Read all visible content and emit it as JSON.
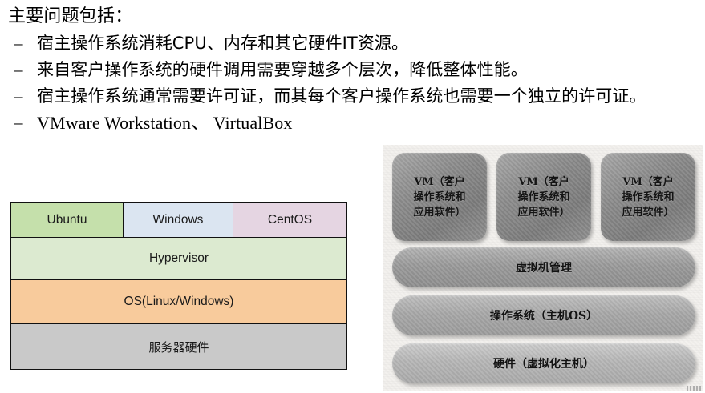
{
  "slide": {
    "heading": "主要问题包括：",
    "bullets": [
      {
        "dash": "–",
        "text": "宿主操作系统消耗CPU、内存和其它硬件IT资源。",
        "style": "cjk"
      },
      {
        "dash": "–",
        "text": "来自客户操作系统的硬件调用需要穿越多个层次，降低整体性能。",
        "style": "cjk"
      },
      {
        "dash": "–",
        "text": "宿主操作系统通常需要许可证，而其每个客户操作系统也需要一个独立的许可证。",
        "style": "cjk"
      },
      {
        "dash": "–",
        "text": "VMware Workstation、 VirtualBox",
        "style": "serif"
      }
    ]
  },
  "stack_diagram": {
    "guest_row": [
      {
        "label": "Ubuntu",
        "color": "#c5e0ab"
      },
      {
        "label": "Windows",
        "color": "#dbe5f1"
      },
      {
        "label": "CentOS",
        "color": "#e5d5e2"
      }
    ],
    "hypervisor": {
      "label": "Hypervisor",
      "color": "#dcead0"
    },
    "host_os": {
      "label": "OS(Linux/Windows)",
      "color": "#f8cb9c"
    },
    "hardware": {
      "label": "服务器硬件",
      "color": "#c9c9c9"
    }
  },
  "scan_figure": {
    "vms": [
      {
        "label": "VM（客户\n操作系统和\n应用软件）"
      },
      {
        "label": "VM（客户\n操作系统和\n应用软件）"
      },
      {
        "label": "VM（客户\n操作系统和\n应用软件）"
      }
    ],
    "bars": [
      {
        "label": "虚拟机管理"
      },
      {
        "label": "操作系统（主机OS）"
      },
      {
        "label": "硬件（虚拟化主机）"
      }
    ]
  }
}
